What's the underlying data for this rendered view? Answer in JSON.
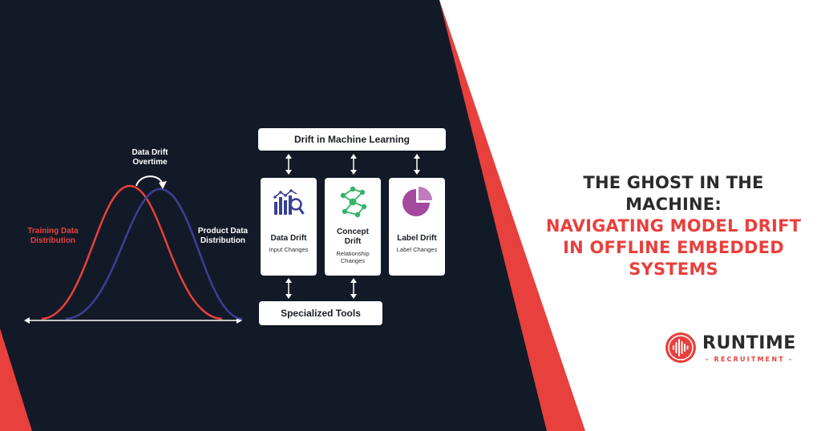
{
  "colors": {
    "navy": "#131a27",
    "accent_red": "#e8403d",
    "curve_blue": "#3b3f93",
    "concept_green": "#35b36a",
    "label_purple": "#a34a9e",
    "text_dark": "#2b2b2b"
  },
  "diagram": {
    "curves": {
      "shift_label_line1": "Data Drift",
      "shift_label_line2": "Overtime",
      "training_line1": "Training Data",
      "training_line2": "Distribution",
      "product_line1": "Product Data",
      "product_line2": "Distribution"
    },
    "flow": {
      "top_title": "Drift in Machine Learning",
      "bottom_title": "Specialized Tools",
      "cards": [
        {
          "title_line1": "Data Drift",
          "title_line2": "",
          "sub_line1": "Input Changes",
          "sub_line2": "",
          "icon": "bar-chart-magnifier-icon"
        },
        {
          "title_line1": "Concept",
          "title_line2": "Drift",
          "sub_line1": "Relationship",
          "sub_line2": "Changes",
          "icon": "network-graph-icon"
        },
        {
          "title_line1": "Label Drift",
          "title_line2": "",
          "sub_line1": "Label Changes",
          "sub_line2": "",
          "icon": "pie-chart-icon"
        }
      ]
    }
  },
  "headline": {
    "line1": "THE GHOST IN THE",
    "line2": "MACHINE:",
    "line3": "NAVIGATING MODEL DRIFT",
    "line4": "IN OFFLINE EMBEDDED",
    "line5": "SYSTEMS"
  },
  "logo": {
    "name": "RUNTIME",
    "tagline": "- RECRUITMENT -",
    "icon": "soundwave-circle-icon"
  }
}
